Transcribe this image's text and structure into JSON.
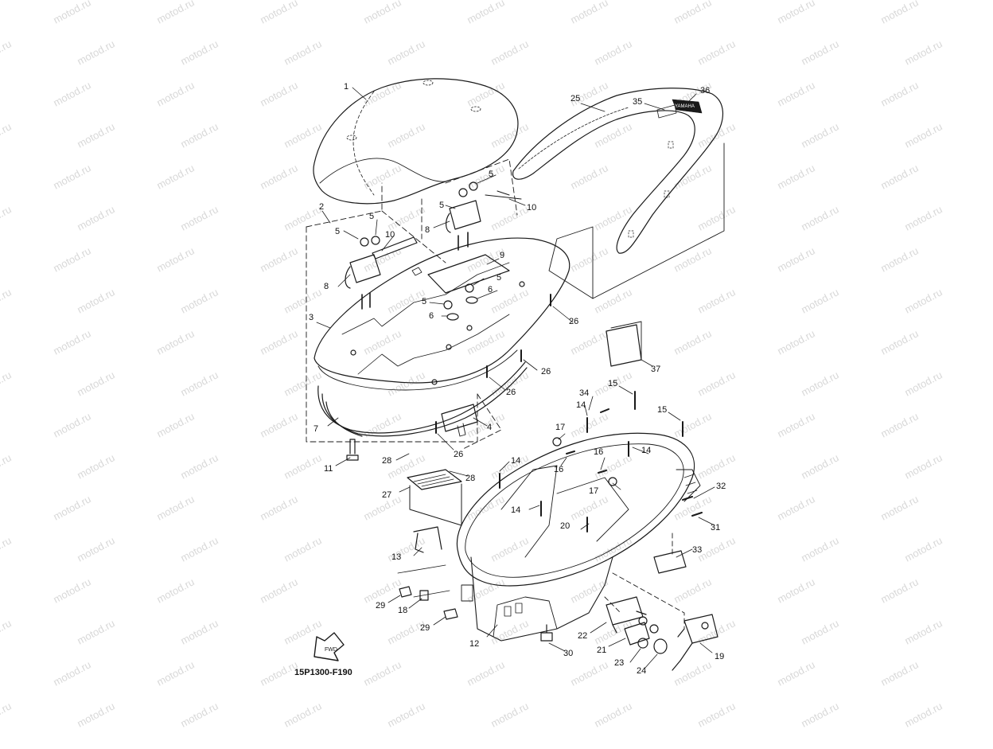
{
  "diagram": {
    "code": "15P1300-F190",
    "fwd_label": "FWD",
    "badge_text": "YAMAHA",
    "watermark": "motod.ru",
    "callouts": [
      {
        "id": "c1",
        "text": "1"
      },
      {
        "id": "c2",
        "text": "2"
      },
      {
        "id": "c3",
        "text": "3"
      },
      {
        "id": "c4",
        "text": "4"
      },
      {
        "id": "c5a",
        "text": "5"
      },
      {
        "id": "c5b",
        "text": "5"
      },
      {
        "id": "c5c",
        "text": "5"
      },
      {
        "id": "c5d",
        "text": "5"
      },
      {
        "id": "c5e",
        "text": "5"
      },
      {
        "id": "c5f",
        "text": "5"
      },
      {
        "id": "c6a",
        "text": "6"
      },
      {
        "id": "c6b",
        "text": "6"
      },
      {
        "id": "c7",
        "text": "7"
      },
      {
        "id": "c8a",
        "text": "8"
      },
      {
        "id": "c8b",
        "text": "8"
      },
      {
        "id": "c9",
        "text": "9"
      },
      {
        "id": "c10a",
        "text": "10"
      },
      {
        "id": "c10b",
        "text": "10"
      },
      {
        "id": "c11",
        "text": "11"
      },
      {
        "id": "c12",
        "text": "12"
      },
      {
        "id": "c13",
        "text": "13"
      },
      {
        "id": "c14a",
        "text": "14"
      },
      {
        "id": "c14b",
        "text": "14"
      },
      {
        "id": "c14c",
        "text": "14"
      },
      {
        "id": "c14d",
        "text": "14"
      },
      {
        "id": "c15a",
        "text": "15"
      },
      {
        "id": "c15b",
        "text": "15"
      },
      {
        "id": "c16a",
        "text": "16"
      },
      {
        "id": "c16b",
        "text": "16"
      },
      {
        "id": "c17a",
        "text": "17"
      },
      {
        "id": "c17b",
        "text": "17"
      },
      {
        "id": "c18",
        "text": "18"
      },
      {
        "id": "c19",
        "text": "19"
      },
      {
        "id": "c20",
        "text": "20"
      },
      {
        "id": "c21",
        "text": "21"
      },
      {
        "id": "c22",
        "text": "22"
      },
      {
        "id": "c23",
        "text": "23"
      },
      {
        "id": "c24",
        "text": "24"
      },
      {
        "id": "c25",
        "text": "25"
      },
      {
        "id": "c26a",
        "text": "26"
      },
      {
        "id": "c26b",
        "text": "26"
      },
      {
        "id": "c26c",
        "text": "26"
      },
      {
        "id": "c26d",
        "text": "26"
      },
      {
        "id": "c27",
        "text": "27"
      },
      {
        "id": "c28a",
        "text": "28"
      },
      {
        "id": "c28b",
        "text": "28"
      },
      {
        "id": "c29a",
        "text": "29"
      },
      {
        "id": "c29b",
        "text": "29"
      },
      {
        "id": "c30",
        "text": "30"
      },
      {
        "id": "c31",
        "text": "31"
      },
      {
        "id": "c32",
        "text": "32"
      },
      {
        "id": "c33",
        "text": "33"
      },
      {
        "id": "c34",
        "text": "34"
      },
      {
        "id": "c35",
        "text": "35"
      },
      {
        "id": "c36",
        "text": "36"
      },
      {
        "id": "c37",
        "text": "37"
      }
    ]
  },
  "colors": {
    "line": "#1a1a1a",
    "watermark": "#d8d8d8",
    "background": "#ffffff"
  }
}
